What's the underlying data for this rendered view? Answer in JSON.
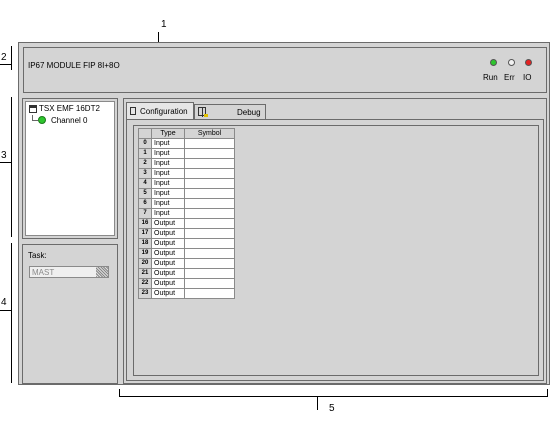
{
  "callouts": {
    "c1": "1",
    "c2": "2",
    "c3": "3",
    "c4": "4",
    "c5": "5"
  },
  "header": {
    "title": "IP67 MODULE FIP 8I+8O",
    "leds": [
      {
        "label": "Run",
        "color": "#2ec52e"
      },
      {
        "label": "Err",
        "color": "#f2f2f2"
      },
      {
        "label": "IO",
        "color": "#e42222"
      }
    ]
  },
  "tree": {
    "module": "TSX EMF 16DT2",
    "channel": "Channel 0"
  },
  "task": {
    "label": "Task:",
    "value": "MAST"
  },
  "tabs": {
    "configuration": "Configuration",
    "debug": "Debug"
  },
  "table": {
    "columns": [
      "Type",
      "Symbol"
    ],
    "rows": [
      {
        "index": "0",
        "type": "Input",
        "symbol": ""
      },
      {
        "index": "1",
        "type": "Input",
        "symbol": ""
      },
      {
        "index": "2",
        "type": "Input",
        "symbol": ""
      },
      {
        "index": "3",
        "type": "Input",
        "symbol": ""
      },
      {
        "index": "4",
        "type": "Input",
        "symbol": ""
      },
      {
        "index": "5",
        "type": "Input",
        "symbol": ""
      },
      {
        "index": "6",
        "type": "Input",
        "symbol": ""
      },
      {
        "index": "7",
        "type": "Input",
        "symbol": ""
      },
      {
        "index": "16",
        "type": "Output",
        "symbol": ""
      },
      {
        "index": "17",
        "type": "Output",
        "symbol": ""
      },
      {
        "index": "18",
        "type": "Output",
        "symbol": ""
      },
      {
        "index": "19",
        "type": "Output",
        "symbol": ""
      },
      {
        "index": "20",
        "type": "Output",
        "symbol": ""
      },
      {
        "index": "21",
        "type": "Output",
        "symbol": ""
      },
      {
        "index": "22",
        "type": "Output",
        "symbol": ""
      },
      {
        "index": "23",
        "type": "Output",
        "symbol": ""
      }
    ]
  }
}
